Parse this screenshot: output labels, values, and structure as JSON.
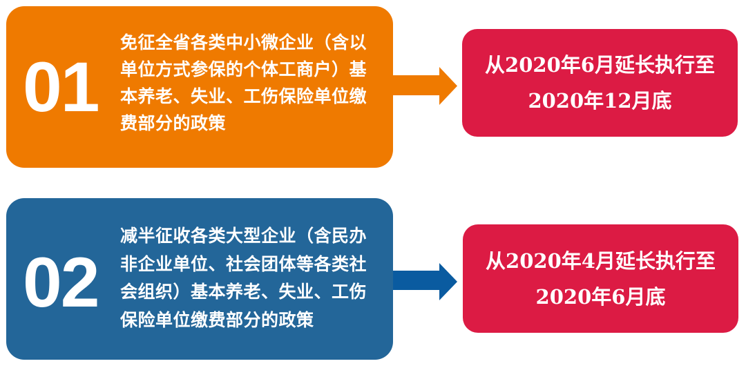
{
  "colors": {
    "orange": "#ef7a00",
    "blue_box": "#236699",
    "blue_arrow": "#0a5ba0",
    "red": "#dc1b44",
    "text": "#ffffff",
    "background": "#ffffff"
  },
  "policies": [
    {
      "number": "01",
      "color": "orange",
      "description": "免征全省各类中小微企业（含以单位方式参保的个体工商户）基本养老、失业、工伤保险单位缴费部分的政策",
      "arrow_icon": "right-arrow-icon",
      "period": {
        "line1": "从2020年6月延长执行至",
        "line2": "2020年12月底"
      }
    },
    {
      "number": "02",
      "color": "blue",
      "description": "减半征收各类大型企业（含民办非企业单位、社会团体等各类社会组织）基本养老、失业、工伤保险单位缴费部分的政策",
      "arrow_icon": "right-arrow-icon",
      "period": {
        "line1": "从2020年4月延长执行至",
        "line2": "2020年6月底"
      }
    }
  ]
}
